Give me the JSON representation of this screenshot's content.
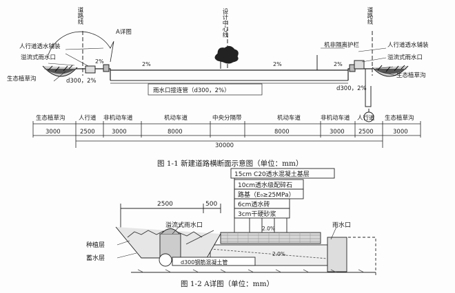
{
  "top_section": {
    "road_edge_left": "道路线",
    "road_edge_right": "道路线",
    "design_centerline": "设计中心线",
    "detail_a": "A详图",
    "sidewalk_paving_left": "人行道透水铺装",
    "sidewalk_paving_right": "人行道透水铺装",
    "overflow_inlet_left": "溢流式雨水口",
    "overflow_inlet_right": "溢流式雨水口",
    "bioswale_left": "生态植草沟",
    "bioswale_right": "生态植草沟",
    "guardrail": "机非隔离护栏",
    "slope_sidewalk_left": "2%",
    "slope_bike_left": "2%",
    "slope_bike_right": "2%",
    "slope_vehicle_right": "2%",
    "pipe_left": "d300，2%",
    "pipe_right": "d300，2%",
    "connection_pipe": "雨水口接连管（d300，2%）"
  },
  "dimension_segments": [
    {
      "label": "生态植草沟",
      "value": "3000"
    },
    {
      "label": "人行道",
      "value": "2500"
    },
    {
      "label": "非机动车道",
      "value": "3000"
    },
    {
      "label": "机动车道",
      "value": "8000"
    },
    {
      "label": "中央分隔带",
      "value": ""
    },
    {
      "label": "机动车道",
      "value": "8000"
    },
    {
      "label": "非机动车道",
      "value": "3000"
    },
    {
      "label": "人行道",
      "value": "2500"
    },
    {
      "label": "生态植草沟",
      "value": "3000"
    }
  ],
  "total_width": "30000",
  "figure1_caption": "图 1-1 新建道路横断面示意图（单位：mm）",
  "detail_section": {
    "layers": [
      "15cm C20透水混凝土基层",
      "10cm透水级配碎石",
      "路基（E₀≥25MPa）",
      "6cm透水砖",
      "3cm干硬砂浆"
    ],
    "dim_2500": "2500",
    "dim_500": "500",
    "overflow_inlet": "溢流式雨水口",
    "rain_inlet": "雨水口",
    "planting_layer": "种植层",
    "storage_layer": "蓄水层",
    "slope_upper": "2.0%",
    "slope_lower": "2.0%",
    "pipe_label": "d300钢筋混凝土管"
  },
  "figure2_caption": "图 1-2 A详图（单位：mm）"
}
